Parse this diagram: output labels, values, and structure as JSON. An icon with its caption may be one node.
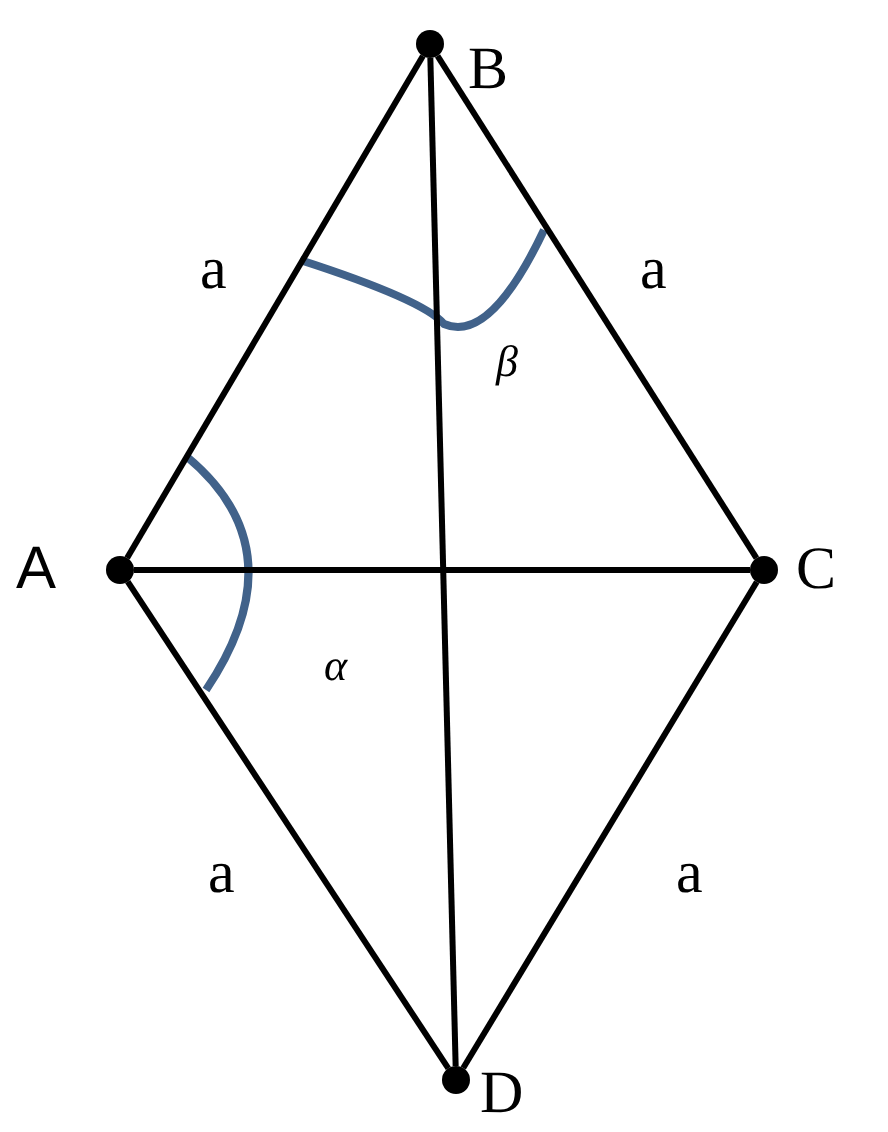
{
  "diagram": {
    "nodes": [
      {
        "text": [],
        "shape": "circle",
        "beside": [
          "B"
        ]
      },
      {
        "text": [],
        "shape": "circle",
        "beside": [
          "A"
        ]
      },
      {
        "text": [],
        "shape": "circle",
        "beside": [
          "C"
        ]
      },
      {
        "text": [],
        "shape": "circle",
        "beside": [
          "D"
        ]
      }
    ],
    "edges": [
      {
        "from": 1,
        "to": 0,
        "arrow": "none",
        "label": "a"
      },
      {
        "from": 0,
        "to": 2,
        "arrow": "none",
        "label": "a"
      },
      {
        "from": 1,
        "to": 3,
        "arrow": "none",
        "label": "a"
      },
      {
        "from": 2,
        "to": 3,
        "arrow": "none",
        "label": "a"
      },
      {
        "from": 1,
        "to": 2,
        "arrow": "none"
      },
      {
        "from": 0,
        "to": 3,
        "arrow": "none"
      }
    ],
    "labels": [
      "β",
      "α"
    ]
  }
}
